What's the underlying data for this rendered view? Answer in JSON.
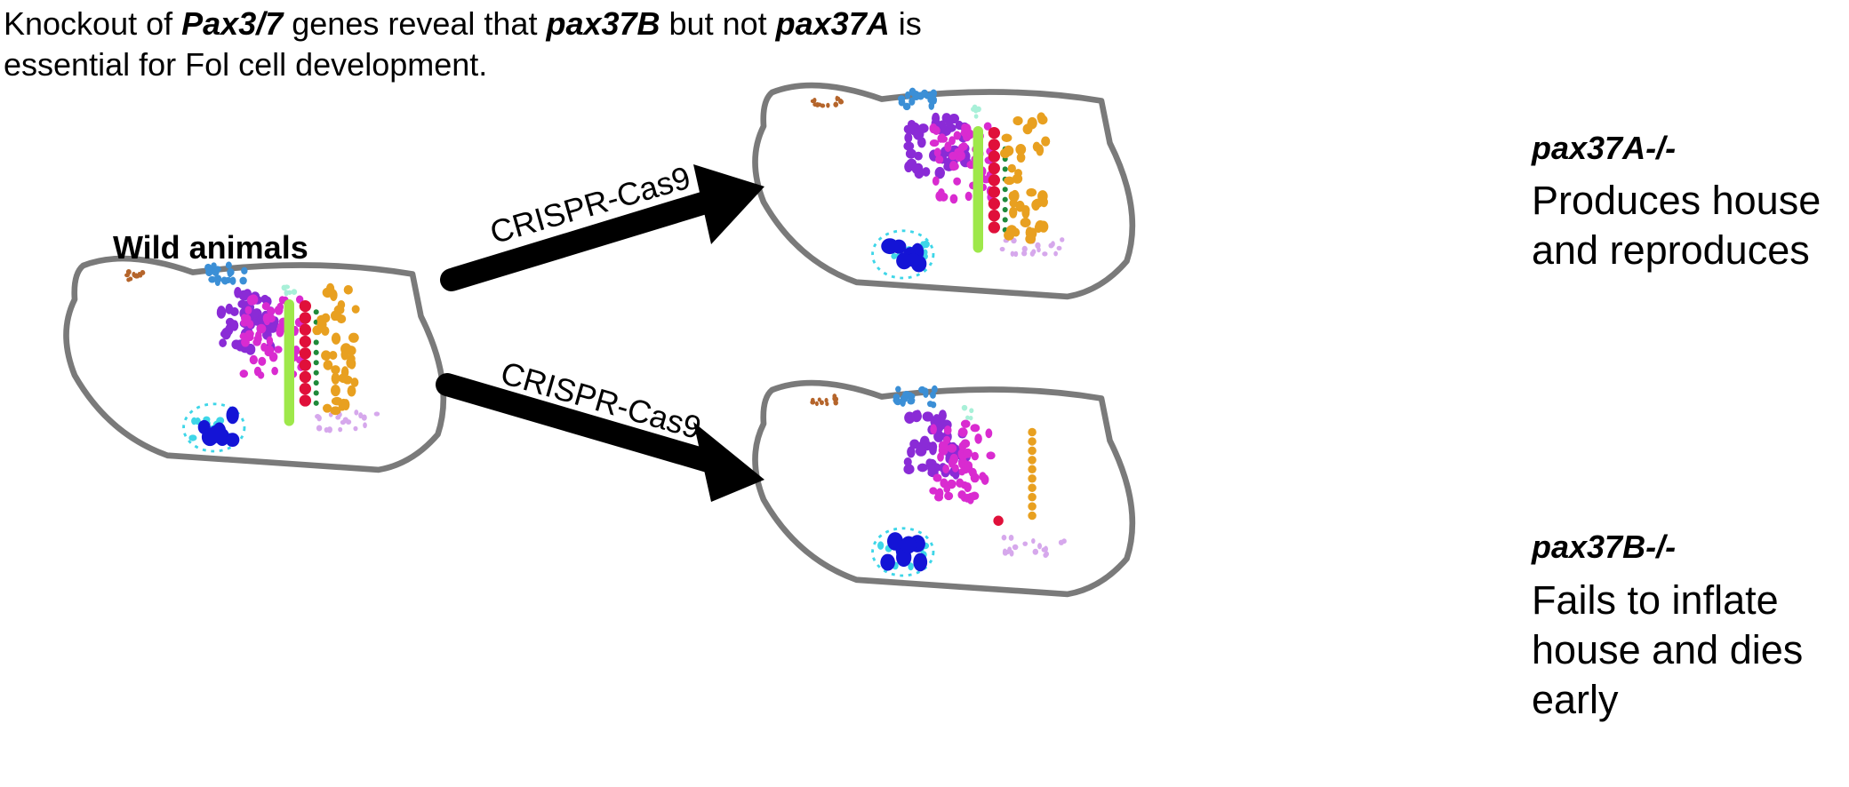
{
  "headline": {
    "p1": "Knockout of ",
    "g1": "Pax3/7",
    "p2": " genes reveal that ",
    "g2": "pax37B",
    "p3": " but not ",
    "g3": "pax37A",
    "p4": " is essential for Fol cell development."
  },
  "wild_label": "Wild animals",
  "arrows": [
    {
      "label": "CRISPR-Cas9"
    },
    {
      "label": "CRISPR-Cas9"
    }
  ],
  "mutants": [
    {
      "genotype": "pax37A-/-",
      "phenotype": "Produces house and reproduces"
    },
    {
      "genotype": "pax37B-/-",
      "phenotype": "Fails to inflate house and dies early"
    }
  ],
  "colors": {
    "outline": "#7a7a7a",
    "brown": "#b5652b",
    "blue_cluster": "#3b8fd6",
    "purple": "#8a2bd6",
    "magenta": "#d92bd0",
    "lime": "#9ee84a",
    "red": "#e0103a",
    "dark_green": "#1f8a3a",
    "orange": "#e8a020",
    "lavender": "#d6a8ec",
    "nucleus_blue": "#1414d6",
    "cyan": "#3ed6e8",
    "mint": "#a8f0d8"
  }
}
